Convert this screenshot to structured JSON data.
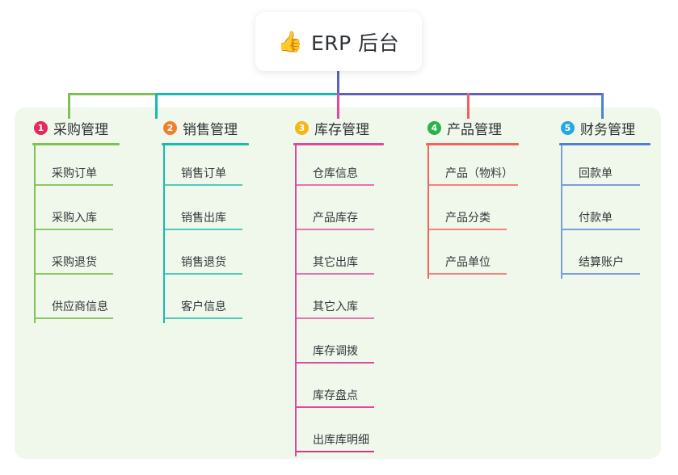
{
  "root": {
    "icon": "thumbs-up-emoji",
    "icon_glyph": "👍",
    "title": "ERP 后台"
  },
  "panel": {
    "background_color": "#eff8ea"
  },
  "connectors": {
    "stem_color": "#5b5fc7",
    "bus_segments": [
      "#7dc354",
      "#16bcab",
      "#5b5fc7"
    ],
    "drop_colors": [
      "#7dc354",
      "#16bcab",
      "#e0479e",
      "#f2635c",
      "#4f7fd4"
    ]
  },
  "columns": [
    {
      "number": "1",
      "title": "采购管理",
      "badge_color": "#e8275a",
      "line_color": "#7dc354",
      "items": [
        {
          "label": "采购订单"
        },
        {
          "label": "采购入库"
        },
        {
          "label": "采购退货"
        },
        {
          "label": "供应商信息"
        }
      ]
    },
    {
      "number": "2",
      "title": "销售管理",
      "badge_color": "#f07f2c",
      "line_color": "#16bcab",
      "items": [
        {
          "label": "销售订单"
        },
        {
          "label": "销售出库"
        },
        {
          "label": "销售退货"
        },
        {
          "label": "客户信息"
        }
      ]
    },
    {
      "number": "3",
      "title": "库存管理",
      "badge_color": "#f5b617",
      "line_color": "#e0479e",
      "items": [
        {
          "label": "仓库信息"
        },
        {
          "label": "产品库存"
        },
        {
          "label": "其它出库"
        },
        {
          "label": "其它入库"
        },
        {
          "label": "库存调拨"
        },
        {
          "label": "库存盘点"
        },
        {
          "label": "出库库明细"
        }
      ]
    },
    {
      "number": "4",
      "title": "产品管理",
      "badge_color": "#29b34a",
      "line_color": "#f2635c",
      "items": [
        {
          "label": "产品（物料）"
        },
        {
          "label": "产品分类"
        },
        {
          "label": "产品单位"
        }
      ]
    },
    {
      "number": "5",
      "title": "财务管理",
      "badge_color": "#26a9e0",
      "line_color": "#4f7fd4",
      "items": [
        {
          "label": "回款单"
        },
        {
          "label": "付款单"
        },
        {
          "label": "结算账户"
        }
      ]
    }
  ]
}
